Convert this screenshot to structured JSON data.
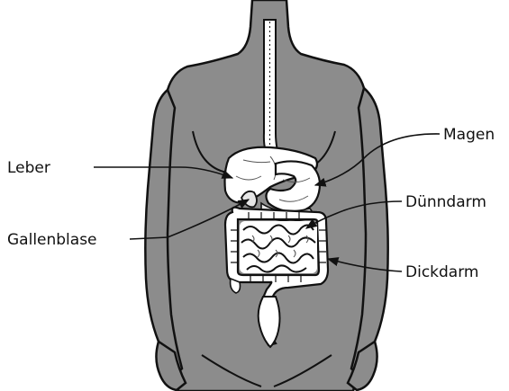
{
  "labels": {
    "liver": "Leber",
    "gallbladder": "Gallenblase",
    "stomach": "Magen",
    "small_intestine": "Dünndarm",
    "large_intestine": "Dickdarm"
  },
  "colors": {
    "body": "#8c8c8c",
    "organ": "#ffffff",
    "outline": "#111111",
    "shading": "#d0d0d0"
  }
}
